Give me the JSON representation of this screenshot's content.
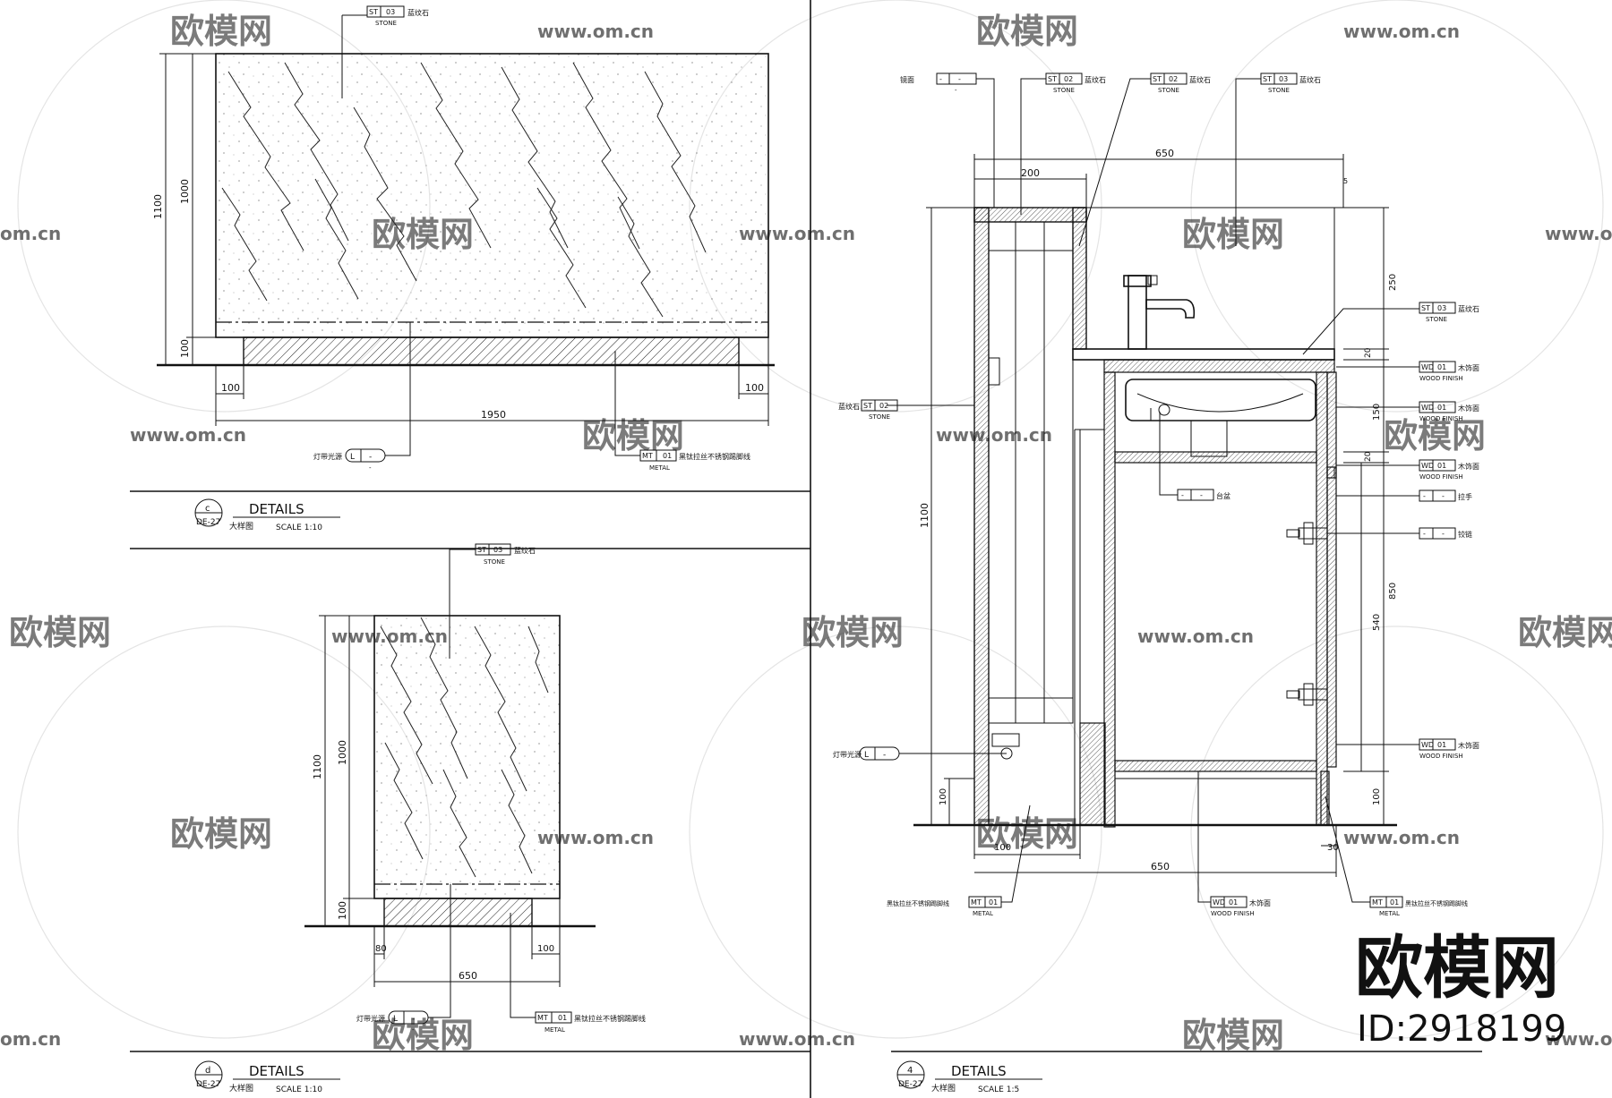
{
  "watermark": {
    "brand": "欧模网",
    "url": "www.om.cn",
    "url_short": "om.cn",
    "id_label": "ID:2918199"
  },
  "details": {
    "c": {
      "letter": "c",
      "sheet": "DE-27",
      "title": "DETAILS",
      "subtitle": "大样图",
      "scale": "SCALE  1:10",
      "dims": {
        "height_total": "1100",
        "height_top": "1000",
        "height_base": "100",
        "left": "100",
        "right": "100",
        "width": "1950"
      },
      "tags": {
        "top": {
          "code": "ST",
          "num": "03",
          "note": "蓝纹石",
          "sub": "STONE"
        },
        "light": {
          "code": "L",
          "num": "-",
          "note": "灯带光源",
          "sub": "-"
        },
        "metal": {
          "code": "MT",
          "num": "01",
          "note": "黑钛拉丝不锈钢踢脚线",
          "sub": "METAL"
        }
      }
    },
    "d": {
      "letter": "d",
      "sheet": "DE-27",
      "title": "DETAILS",
      "subtitle": "大样图",
      "scale": "SCALE  1:10",
      "dims": {
        "height_total": "1100",
        "height_top": "1000",
        "height_base": "100",
        "left": "80",
        "right": "100",
        "width": "650"
      },
      "tags": {
        "top": {
          "code": "ST",
          "num": "03",
          "note": "蓝纹石",
          "sub": "STONE"
        },
        "light": {
          "code": "L",
          "num": "-",
          "note": "灯带光源",
          "sub": "-"
        },
        "metal": {
          "code": "MT",
          "num": "01",
          "note": "黑钛拉丝不锈钢踢脚线",
          "sub": "METAL"
        }
      }
    },
    "four": {
      "letter": "4",
      "sheet": "DE-27",
      "title": "DETAILS",
      "subtitle": "大样图",
      "scale": "SCALE  1:5",
      "dims": {
        "top_total": "650",
        "top_left": "200",
        "height_total": "1100",
        "r_250": "250",
        "r_20a": "20",
        "r_150": "150",
        "r_20b": "20",
        "r_850": "850",
        "r_540": "540",
        "r_100": "100",
        "bottom_left": "100",
        "bottom_total": "650",
        "bottom_right": "30",
        "left_100": "100",
        "top_small": "5"
      },
      "tags": {
        "t1": {
          "code": "-",
          "num": "-",
          "note": "镜面",
          "sub": "-"
        },
        "t2": {
          "code": "ST",
          "num": "02",
          "note": "蓝纹石",
          "sub": "STONE"
        },
        "t3": {
          "code": "ST",
          "num": "02",
          "note": "蓝纹石",
          "sub": "STONE"
        },
        "t4": {
          "code": "ST",
          "num": "03",
          "note": "蓝纹石",
          "sub": "STONE"
        },
        "r1": {
          "code": "ST",
          "num": "03",
          "note": "蓝纹石",
          "sub": "STONE"
        },
        "r2": {
          "code": "WD",
          "num": "01",
          "note": "木饰面",
          "sub": "WOOD FINISH"
        },
        "r3": {
          "code": "WD",
          "num": "01",
          "note": "木饰面",
          "sub": "WOOD FINISH"
        },
        "r4": {
          "code": "WD",
          "num": "01",
          "note": "木饰面",
          "sub": "WOOD FINISH"
        },
        "r5": {
          "code": "-",
          "num": "-",
          "note": "拉手",
          "sub": ""
        },
        "r6": {
          "code": "-",
          "num": "-",
          "note": "铰链",
          "sub": ""
        },
        "r7": {
          "code": "WD",
          "num": "01",
          "note": "木饰面",
          "sub": "WOOD FINISH"
        },
        "mid": {
          "code": "-",
          "num": "-",
          "note": "台盆",
          "sub": ""
        },
        "left": {
          "code": "ST",
          "num": "02",
          "note": "蓝纹石",
          "sub": "STONE"
        },
        "lightL": {
          "code": "L",
          "num": "-",
          "note": "灯带光源",
          "sub": ""
        },
        "b1": {
          "code": "MT",
          "num": "01",
          "note": "黑钛拉丝不锈钢踢脚线",
          "sub": "METAL"
        },
        "b2": {
          "code": "WD",
          "num": "01",
          "note": "木饰面",
          "sub": "WOOD FINISH"
        },
        "b3": {
          "code": "MT",
          "num": "01",
          "note": "黑钛拉丝不锈钢踢脚线",
          "sub": "METAL"
        }
      }
    }
  }
}
